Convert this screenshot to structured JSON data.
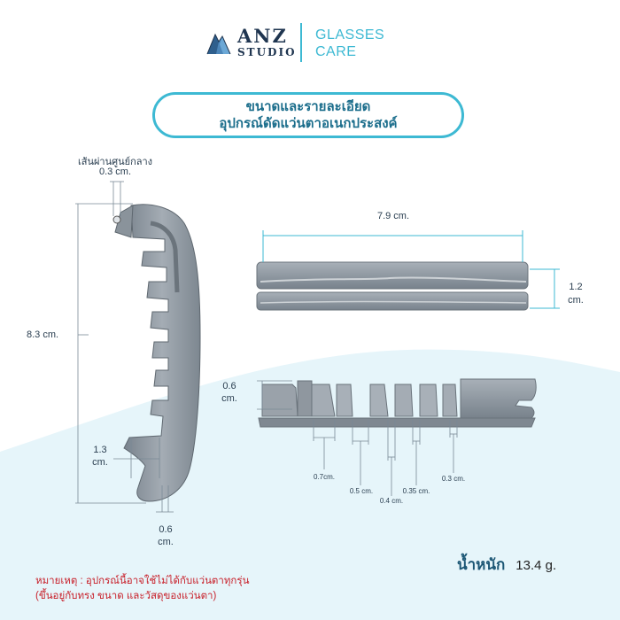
{
  "brand": {
    "name_main": "ANZ",
    "name_sub": "STUDIO",
    "tagline_line1": "GLASSES",
    "tagline_line2": "CARE"
  },
  "title": {
    "line1": "ขนาดและรายละเอียด",
    "line2": "อุปกรณ์ดัดแว่นตาอเนกประสงค์"
  },
  "dimensions": {
    "center_line_label": "เส้นผ่านศูนย์กลาง",
    "center_line_value": "0.3 cm.",
    "height_side": "8.3 cm.",
    "hook_width_value": "1.3",
    "hook_width_unit": "cm.",
    "tip_value": "0.6",
    "tip_unit": "cm.",
    "top_length": "7.9 cm.",
    "top_thickness_value": "1.2",
    "top_thickness_unit": "cm.",
    "bottom_height_value": "0.6",
    "bottom_height_unit": "cm.",
    "slots": [
      "0.7cm.",
      "0.5 cm.",
      "0.4 cm.",
      "0.35 cm.",
      "0.3 cm."
    ]
  },
  "weight": {
    "label": "น้ำหนัก",
    "value": "13.4  g."
  },
  "note": {
    "line1": "หมายเหตุ : อุปกรณ์นี้อาจใช้ไม่ได้กับแว่นตาทุกรุ่น",
    "line2": "(ขึ้นอยู่กับทรง ขนาด และวัสดุของแว่นตา)"
  },
  "colors": {
    "accent": "#3db9d3",
    "brand_navy": "#1f3550",
    "tool_gray": "#8e969f",
    "note_red": "#c8202a",
    "wave_light": "#e6f5fa"
  }
}
